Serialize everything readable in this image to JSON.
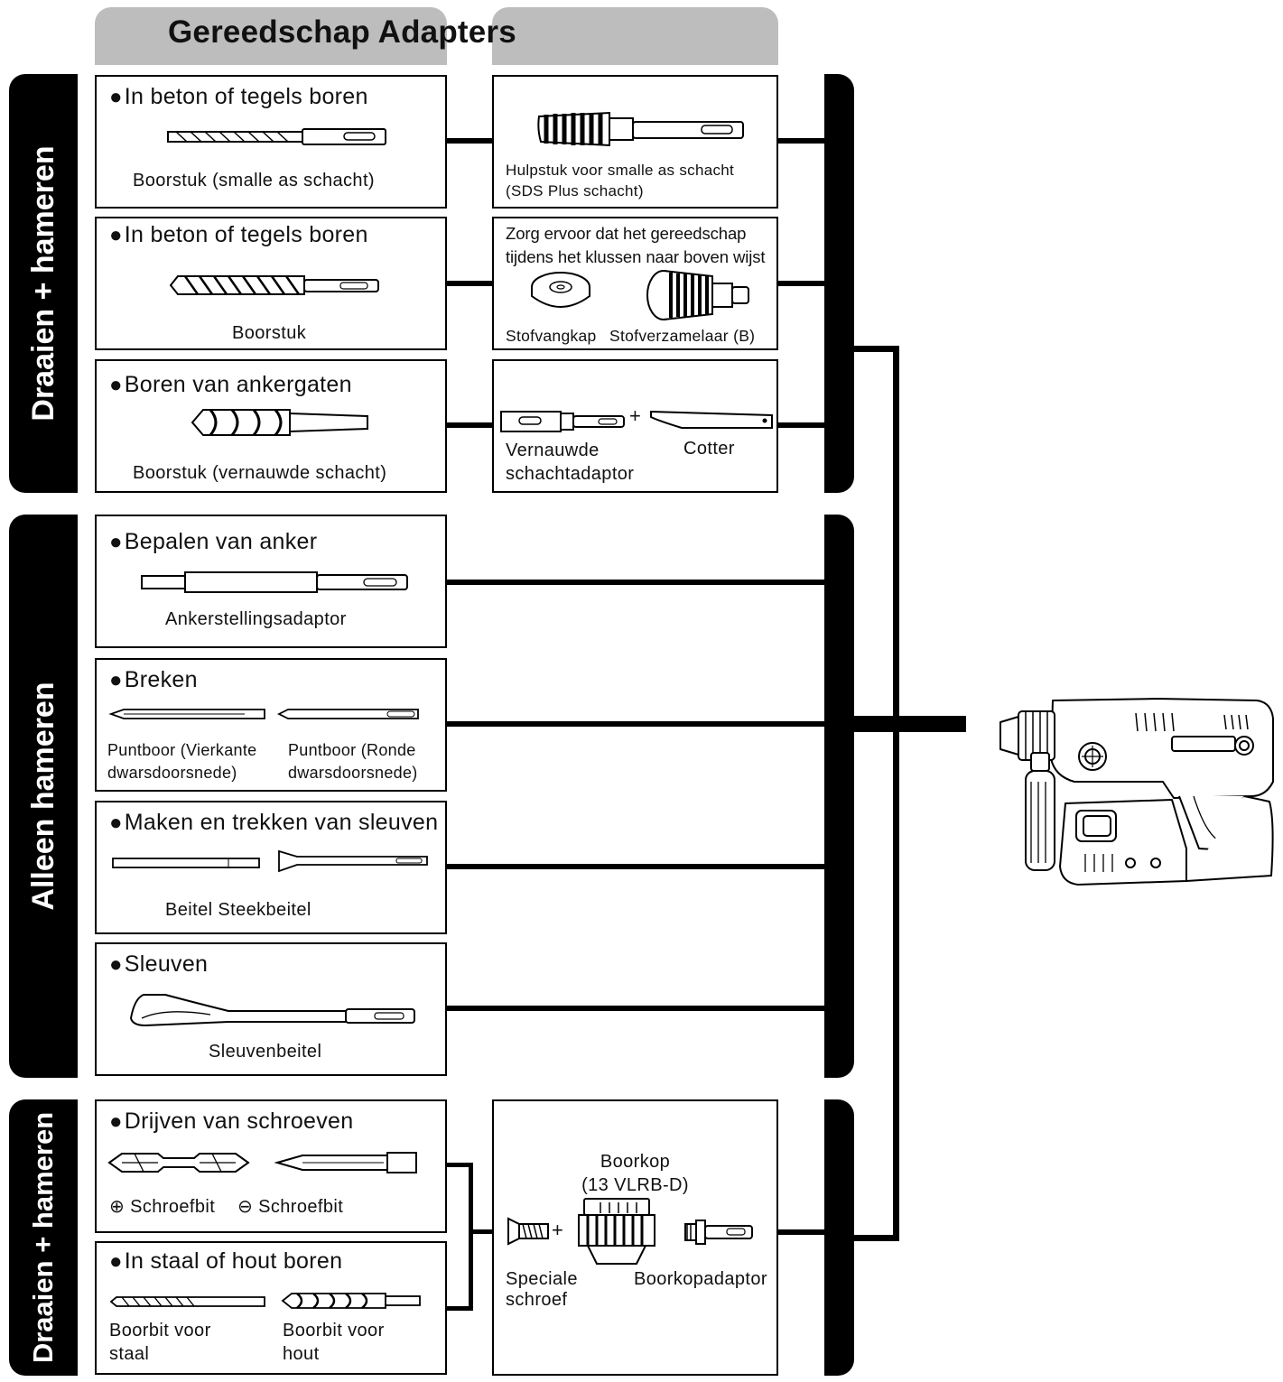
{
  "header": {
    "title": "Gereedschap Adapters"
  },
  "bands": {
    "top": "Draaien + hameren",
    "middle": "Alleen hameren",
    "bottom": "Draaien + hameren"
  },
  "tools": [
    {
      "title": "In beton of tegels boren",
      "caption": "Boorstuk  (smalle  as  schacht)"
    },
    {
      "title": "In beton of tegels boren",
      "caption": "Boorstuk"
    },
    {
      "title": "Boren van ankergaten",
      "caption": "Boorstuk (vernauwde schacht)"
    },
    {
      "title": "Bepalen van anker",
      "caption": "Ankerstellingsadaptor"
    },
    {
      "title": "Breken",
      "caption_left": "Puntboor (Vierkante\ndwarsdoorsnede)",
      "caption_right": "Puntboor (Ronde\ndwarsdoorsnede)"
    },
    {
      "title": "Maken en trekken van sleuven",
      "caption": "Beitel Steekbeitel"
    },
    {
      "title": "Sleuven",
      "caption": "Sleuvenbeitel"
    },
    {
      "title": "Drijven van schroeven",
      "caption_left": "Schroefbit",
      "caption_right": "Schroefbit"
    },
    {
      "title": "In staal of hout boren",
      "caption_left": "Boorbit voor\nstaal",
      "caption_right": "Boorbit voor\nhout"
    }
  ],
  "adapters": [
    {
      "caption": "Hulpstuk voor smalle as schacht\n(SDS Plus schacht)"
    },
    {
      "note": "Zorg ervoor dat het gereedschap\ntijdens het klussen naar boven wijst",
      "caption_left": "Stofvangkap",
      "caption_right": "Stofverzamelaar (B)"
    },
    {
      "plus": "+",
      "caption_left": "Vernauwde\nschachtadaptor",
      "caption_right": "Cotter"
    },
    {
      "title": "Boorkop\n(13 VLRB-D)",
      "plus": "+",
      "caption_left": "Speciale\nschroef",
      "caption_right": "Boorkopadaptor"
    }
  ],
  "symbols": {
    "bullet": "●",
    "phillips": "⊕",
    "slotted": "⊖"
  }
}
